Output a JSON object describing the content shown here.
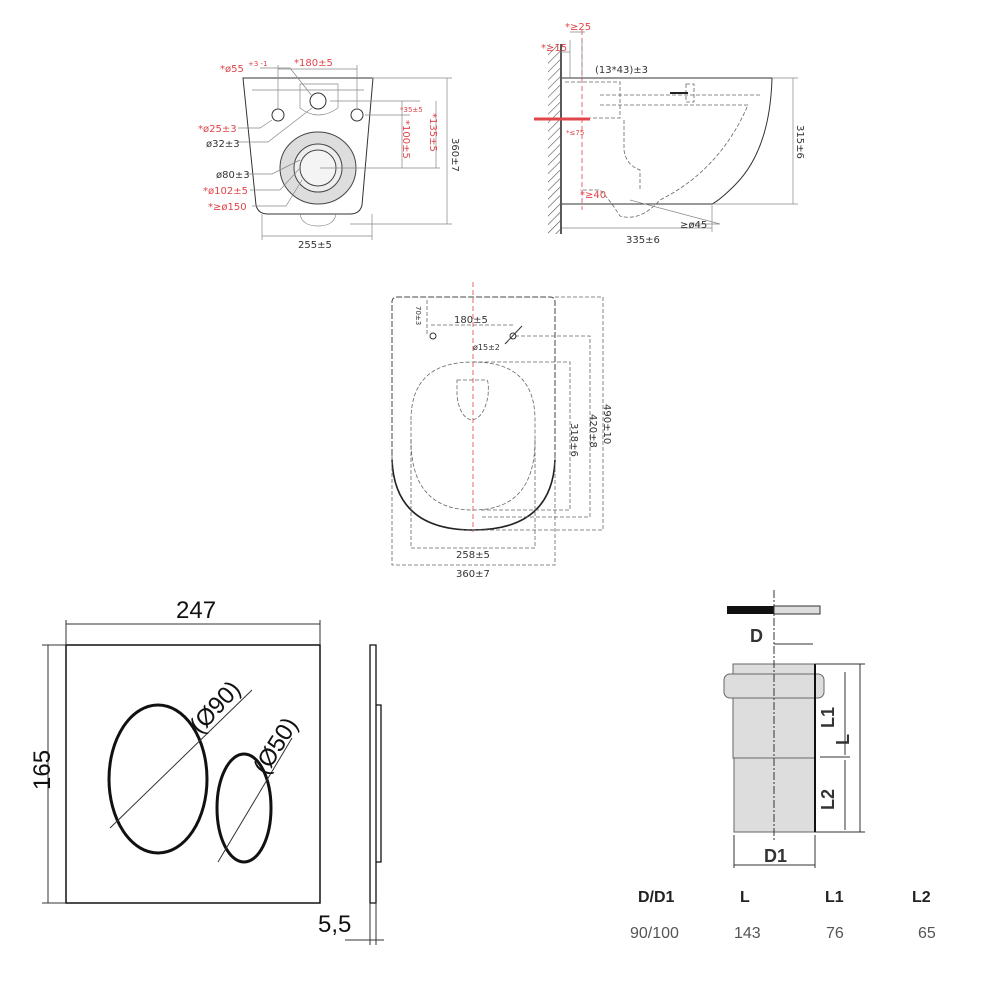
{
  "front_view": {
    "labels": {
      "d55": "*ø55",
      "d55_tol": "+3 -1",
      "w180": "*180±5",
      "d25": "*ø25±3",
      "d32": "ø32±3",
      "d80": "ø80±3",
      "d102": "*ø102±5",
      "d150": "*≥ø150",
      "h35": "*35±5",
      "h100": "*100±5",
      "h135": "*135±5",
      "h360": "360±7",
      "w255": "255±5"
    }
  },
  "side_view": {
    "labels": {
      "ge25": "*≥25",
      "ge15": "*≥15",
      "slot": "(13*43)±3",
      "le75": "*≤75",
      "ge40": "*≥40",
      "ge45": "≥ø45",
      "h315": "315±6",
      "w335": "335±6"
    }
  },
  "top_view": {
    "labels": {
      "h70": "70±3",
      "w180": "180±5",
      "d15": "ø15±2",
      "h490": "490±10",
      "h420": "420±8",
      "h318": "318±6",
      "w258": "258±5",
      "w360": "360±7"
    }
  },
  "flush_plate": {
    "width": "247",
    "height": "165",
    "big_button": "(Ø90)",
    "small_button": "(Ø50)",
    "thickness": "5,5"
  },
  "pipe": {
    "labels": {
      "d": "D",
      "d1": "D1",
      "l": "L",
      "l1": "L1",
      "l2": "L2"
    },
    "table": {
      "headers": [
        "D/D1",
        "L",
        "L1",
        "L2"
      ],
      "values": [
        "90/100",
        "143",
        "76",
        "65"
      ]
    }
  }
}
